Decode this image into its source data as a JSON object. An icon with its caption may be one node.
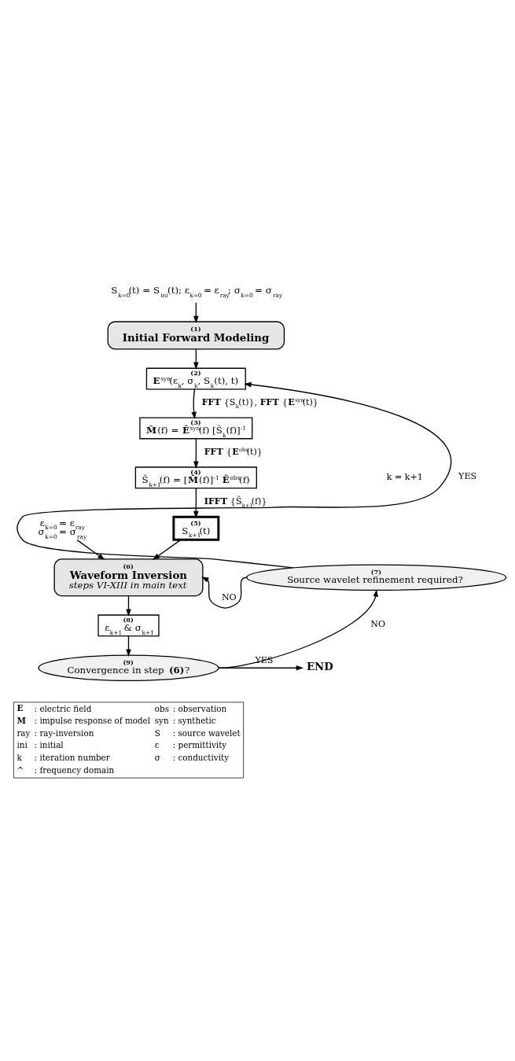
{
  "diagram": {
    "nodes": [
      {
        "text": [
          "S$_{k=0}$(t) = S$_{ini}$(t); ε$_{k=0}$ = ε$_{ray}$; σ$_{k=0}$ = σ$_{ray}$"
        ]
      },
      {
        "text": [
          "(1)",
          "Initial Forward Modeling"
        ]
      },
      {
        "text": [
          "(2)",
          "**E**$^{syn}$(ε$_{k}$, σ$_{k}$, S$_{k}$(t), t)"
        ]
      },
      {
        "text": [
          "(3)",
          "**M̂**(f) = **Ê**$^{syn}$(f) [Ŝ$_{k}$(f)]$^{-1}$"
        ]
      },
      {
        "text": [
          "(4)",
          "Ŝ$_{k+1}$(f) = [**M̂**(f)]$^{-1}$ **Ê**$^{obs}$(f)"
        ]
      },
      {
        "text": [
          "(5)",
          "S$_{k+1}$(t)"
        ]
      },
      {
        "text": [
          "ε$_{k=0}$ = ε$_{ray}$",
          "σ$_{k=0}$ = σ$_{ray}$"
        ]
      },
      {
        "text": [
          "(6)",
          "Waveform Inversion",
          "steps VI-XIII in main text"
        ]
      },
      {
        "text": [
          "(7)",
          "Source wavelet refinement required?"
        ]
      },
      {
        "text": [
          "(8)",
          "ε$_{k+1}$ & σ$_{k+1}$"
        ]
      },
      {
        "text": [
          "(9)",
          "Convergence in step **(6)**?"
        ]
      },
      {
        "text": [
          "END"
        ]
      }
    ],
    "edges": [
      {
        "from": 0,
        "to": 1,
        "arrow": "to"
      },
      {
        "from": 1,
        "to": 2,
        "arrow": "to"
      },
      {
        "from": 2,
        "to": 3,
        "arrow": "to",
        "label": "**FFT** {S$_{k}$(t)}, **FFT** {**E**$^{syn}$(t)}"
      },
      {
        "from": 3,
        "to": 4,
        "arrow": "to",
        "label": "**FFT** {**E**$^{obs}$(t)}"
      },
      {
        "from": 4,
        "to": 5,
        "arrow": "to",
        "label": "**IFFT** {Ŝ$_{k+1}$(f)}"
      },
      {
        "from": 5,
        "to": 7,
        "arrow": "to"
      },
      {
        "from": 6,
        "to": 7,
        "arrow": "to"
      },
      {
        "from": 7,
        "to": 9,
        "arrow": "to"
      },
      {
        "from": 9,
        "to": 10,
        "arrow": "to"
      },
      {
        "from": 10,
        "to": 11,
        "arrow": "to",
        "label": "YES"
      },
      {
        "from": 10,
        "to": 8,
        "arrow": "to",
        "label": "NO"
      },
      {
        "from": 8,
        "to": 7,
        "arrow": "to",
        "label": "NO"
      },
      {
        "from": 8,
        "to": 2,
        "arrow": "to",
        "label": "YES"
      }
    ],
    "labels": [
      "k = k+1",
      "E",
      ": electric field",
      "obs",
      ": observation",
      "M",
      ": impulse response of model",
      "syn",
      ": synthetic",
      "ray",
      ": ray-inversion",
      "S",
      ": source wavelet",
      "ini",
      ": initial",
      "ε",
      ": permittivity",
      "k",
      ": iteration number",
      "σ",
      ": conductivity",
      "^",
      ": frequency domain"
    ]
  }
}
